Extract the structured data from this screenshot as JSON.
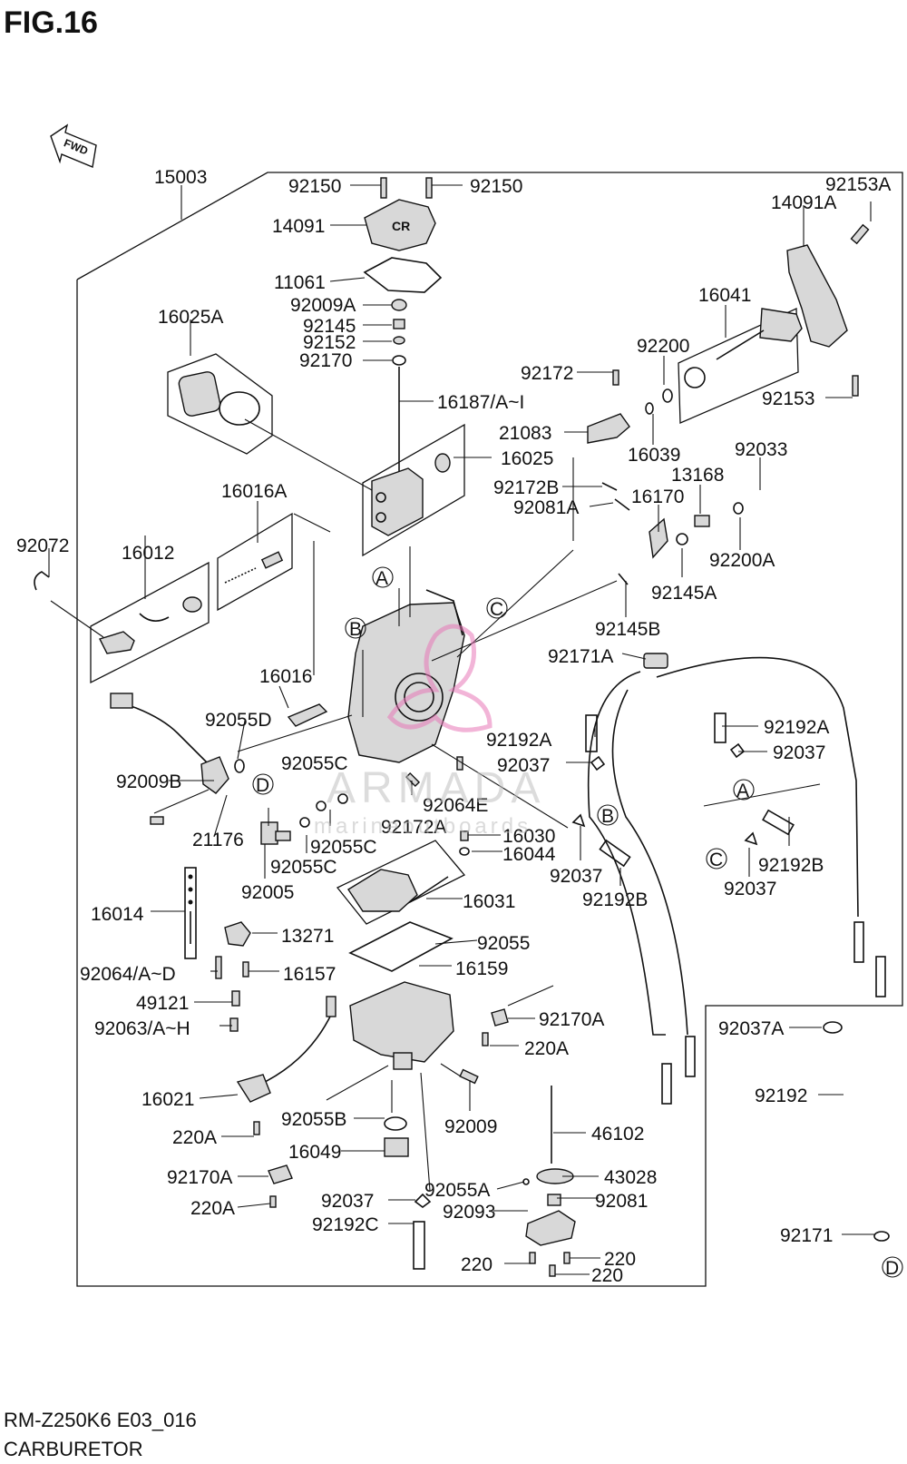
{
  "figure": {
    "title": "FIG.16",
    "fwd_label": "FWD",
    "model_code": "RM-Z250K6 E03_016",
    "section_name": "CARBURETOR"
  },
  "watermark": {
    "brand": "ARMADA",
    "sub": "marineoutboards",
    "color": "#e878b8"
  },
  "callouts": [
    "A",
    "B",
    "C",
    "D"
  ],
  "parts": [
    "15003",
    "92150",
    "92150",
    "14091",
    "11061",
    "92009A",
    "92145",
    "92152",
    "92170",
    "16187/A~I",
    "16025A",
    "16025",
    "92153A",
    "14091A",
    "16041",
    "92200",
    "92153",
    "92172",
    "21083",
    "16039",
    "92033",
    "92172B",
    "92081A",
    "16170",
    "13168",
    "92200A",
    "92145A",
    "92145B",
    "16016A",
    "16012",
    "92072",
    "16016",
    "92055D",
    "92171A",
    "92192A",
    "92192A",
    "92037",
    "92037",
    "92055C",
    "92064E",
    "92009B",
    "92172A",
    "16030",
    "16044",
    "21176",
    "92055C",
    "92055C",
    "92037",
    "92192B",
    "92192B",
    "92037",
    "92005",
    "16014",
    "16031",
    "13271",
    "92055",
    "92064/A~D",
    "16157",
    "16159",
    "49121",
    "92063/A~H",
    "92170A",
    "220A",
    "92037A",
    "92192",
    "16021",
    "92055B",
    "92009",
    "220A",
    "16049",
    "46102",
    "92170A",
    "43028",
    "92055A",
    "92081",
    "220A",
    "92037",
    "92093",
    "92192C",
    "92171",
    "220",
    "220",
    "220"
  ]
}
